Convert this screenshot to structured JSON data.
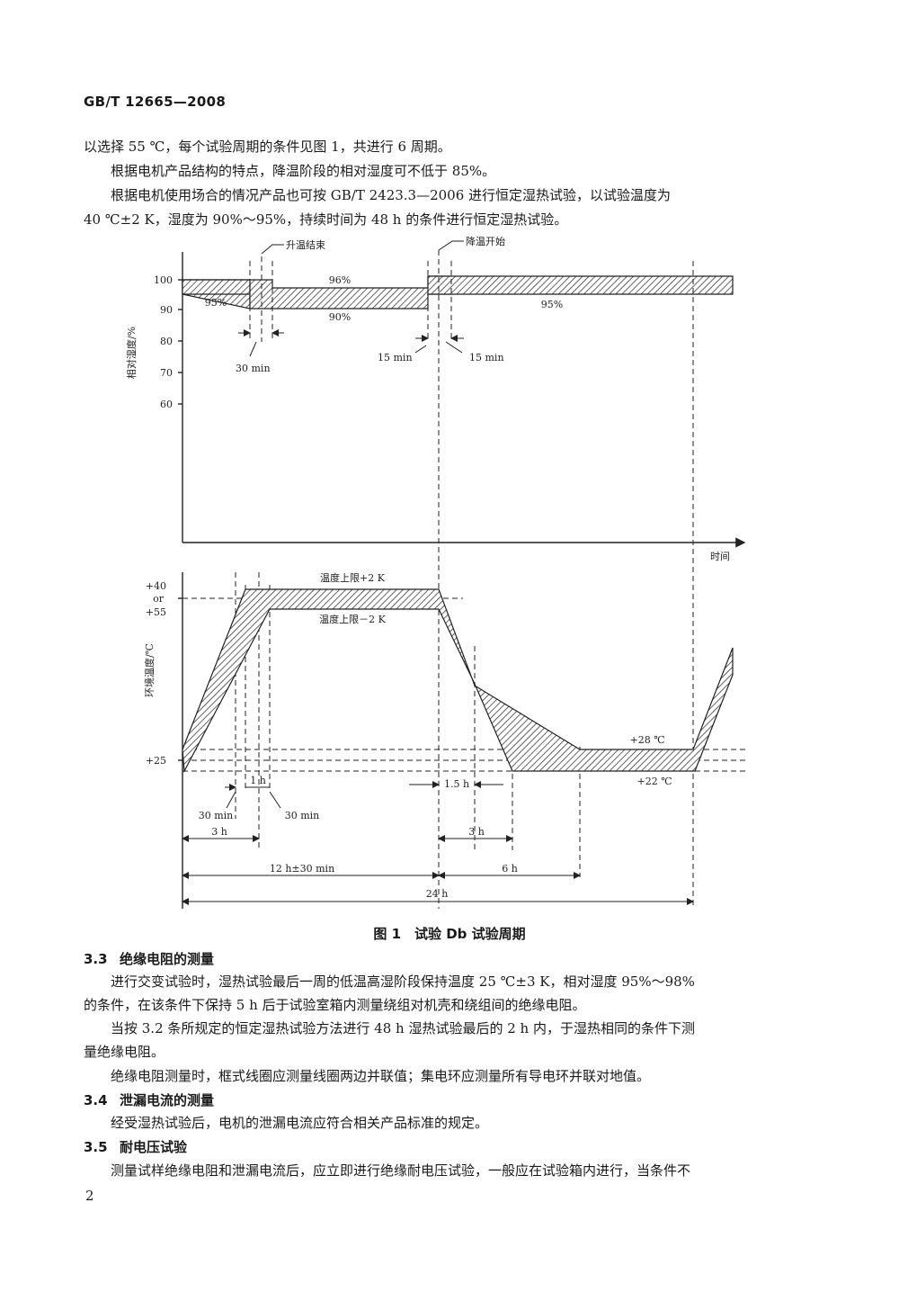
{
  "header": {
    "standard": "GB/T 12665—2008"
  },
  "intro_paragraphs": [
    "以选择 55 ℃，每个试验周期的条件见图 1，共进行 6 周期。",
    "根据电机产品结构的特点，降温阶段的相对湿度可不低于 85%。",
    "根据电机使用场合的情况产品也可按 GB/T 2423.3—2006 进行恒定湿热试验，以试验温度为",
    "40 ℃±2 K，湿度为 90%～95%，持续时间为 48 h 的条件进行恒定湿热试验。"
  ],
  "figure": {
    "caption": "图 1　试验 Db 试验周期",
    "humidity": {
      "ylabel": "相对湿度/%",
      "ticks": [
        "100",
        "90",
        "80",
        "70",
        "60"
      ],
      "labels": {
        "rise_end": "升温结束",
        "fall_start": "降温开始",
        "p95_left": "95%",
        "p96": "96%",
        "p90": "90%",
        "p95_right": "95%",
        "t30min": "30 min",
        "t15min_a": "15 min",
        "t15min_b": "15 min"
      }
    },
    "time_label": "时间",
    "temperature": {
      "ylabel": "环境温度/℃",
      "ticks": {
        "t40": "+40",
        "or": "or",
        "t55": "+55",
        "t25": "+25"
      },
      "labels": {
        "upper": "温度上限+2 K",
        "lower": "温度上限－2 K",
        "plus28": "+28 ℃",
        "plus22": "+22 ℃"
      }
    },
    "dims": {
      "h1": "1 h",
      "h15": "1.5 h",
      "m30a": "30 min",
      "m30b": "30 min",
      "h3a": "3 h",
      "h3b": "3 h",
      "h12": "12 h±30 min",
      "h6": "6 h",
      "h24": "24 h"
    }
  },
  "sections": [
    {
      "num": "3.3",
      "title": "绝缘电阻的测量",
      "paras": [
        "进行交变试验时，湿热试验最后一周的低温高湿阶段保持温度 25 ℃±3 K，相对湿度 95%～98%",
        "的条件，在该条件下保持 5 h 后于试验室箱内测量绕组对机壳和绕组间的绝缘电阻。",
        "当按 3.2 条所规定的恒定湿热试验方法进行 48 h 湿热试验最后的 2 h 内，于湿热相同的条件下测",
        "量绝缘电阻。",
        "绝缘电阻测量时，框式线圈应测量线圈两边并联值；集电环应测量所有导电环并联对地值。"
      ]
    },
    {
      "num": "3.4",
      "title": "泄漏电流的测量",
      "paras": [
        "经受湿热试验后，电机的泄漏电流应符合相关产品标准的规定。"
      ]
    },
    {
      "num": "3.5",
      "title": "耐电压试验",
      "paras": [
        "测量试样绝缘电阻和泄漏电流后，应立即进行绝缘耐电压试验，一般应在试验箱内进行，当条件不"
      ]
    }
  ],
  "page_number": "2"
}
